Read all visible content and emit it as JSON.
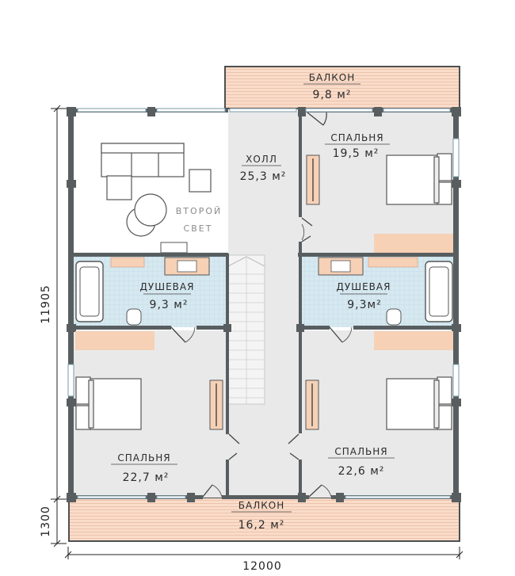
{
  "rooms": {
    "balcony_top": {
      "name": "БАЛКОН",
      "area": "9,8 м²"
    },
    "hall": {
      "name": "ХОЛЛ",
      "area": "25,3 м²"
    },
    "bedroom_ne": {
      "name": "СПАЛЬНЯ",
      "area": "19,5 м²"
    },
    "second_light": {
      "line1": "ВТОРОЙ",
      "line2": "СВЕТ"
    },
    "shower_w": {
      "name": "ДУШЕВАЯ",
      "area": "9,3 м²"
    },
    "shower_e": {
      "name": "ДУШЕВАЯ",
      "area": "9,3м²"
    },
    "bedroom_sw": {
      "name": "СПАЛЬНЯ",
      "area": "22,7 м²"
    },
    "bedroom_se": {
      "name": "СПАЛЬНЯ",
      "area": "22,6 м²"
    },
    "balcony_bottom": {
      "name": "БАЛКОН",
      "area": "16,2 м²"
    }
  },
  "dimensions": {
    "width": "12000",
    "depth_main": "11905",
    "depth_balcony": "1300"
  },
  "colors": {
    "wall": "#585e60",
    "room_floor": "#e9e9ea",
    "tile": "#d6e8f0",
    "balcony": "#f9dcc9",
    "furniture": "#f6d1b6",
    "stair": "#f4f4f4"
  }
}
